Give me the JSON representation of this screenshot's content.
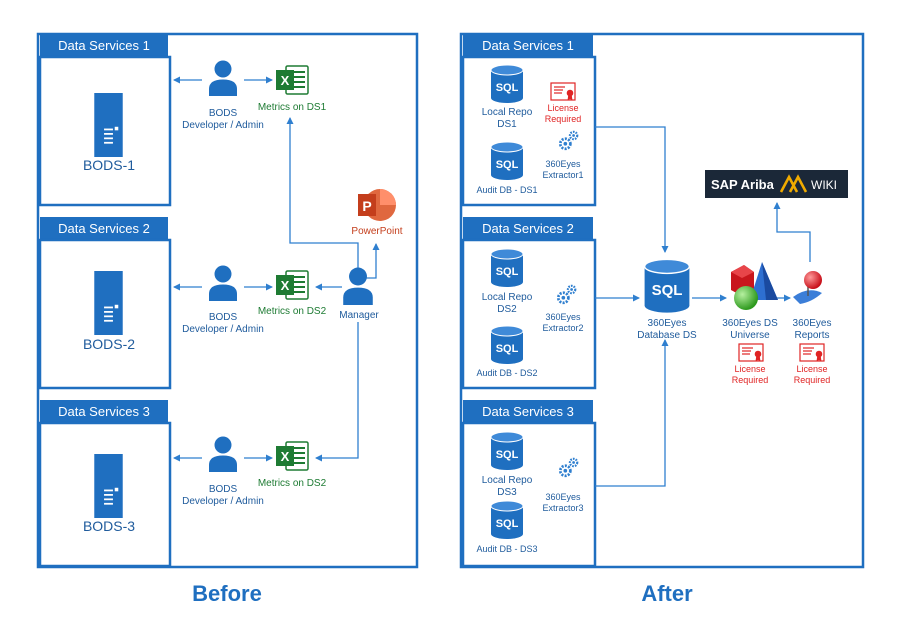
{
  "colors": {
    "primary": "#1f6fc0",
    "dark_blue": "#1f5b9c",
    "excel_green": "#1e7b33",
    "license_red": "#e02424",
    "ppt_orange": "#c43e1c",
    "ariba_bg": "#1b2838",
    "ariba_gold": "#f0ab00"
  },
  "before": {
    "caption": "Before",
    "groups": [
      {
        "header": "Data Services 1",
        "server": "BODS-1",
        "user": "BODS\nDeveloper / Admin",
        "excel": "Metrics on DS1"
      },
      {
        "header": "Data Services 2",
        "server": "BODS-2",
        "user": "BODS\nDeveloper / Admin",
        "excel": "Metrics on DS2"
      },
      {
        "header": "Data Services 3",
        "server": "BODS-3",
        "user": "BODS\nDeveloper / Admin",
        "excel": "Metrics on DS2"
      }
    ],
    "manager": "Manager",
    "powerpoint": "PowerPoint"
  },
  "after": {
    "caption": "After",
    "groups": [
      {
        "header": "Data Services 1",
        "repo": "Local Repo\nDS1",
        "audit": "Audit DB - DS1",
        "extractor": "360Eyes\nExtractor1",
        "license": "License\nRequired"
      },
      {
        "header": "Data Services 2",
        "repo": "Local Repo\nDS2",
        "audit": "Audit DB - DS2",
        "extractor": "360Eyes\nExtractor2"
      },
      {
        "header": "Data Services 3",
        "repo": "Local Repo\nDS3",
        "audit": "Audit DB - DS3",
        "extractor": "360Eyes\nExtractor3"
      }
    ],
    "sql_label": "SQL",
    "database": "360Eyes\nDatabase DS",
    "universe": "360Eyes DS\nUniverse",
    "reports": "360Eyes\nReports",
    "universe_license": "License\nRequired",
    "reports_license": "License\nRequired",
    "ariba_sap": "SAP Ariba",
    "ariba_wiki": "WIKI"
  }
}
